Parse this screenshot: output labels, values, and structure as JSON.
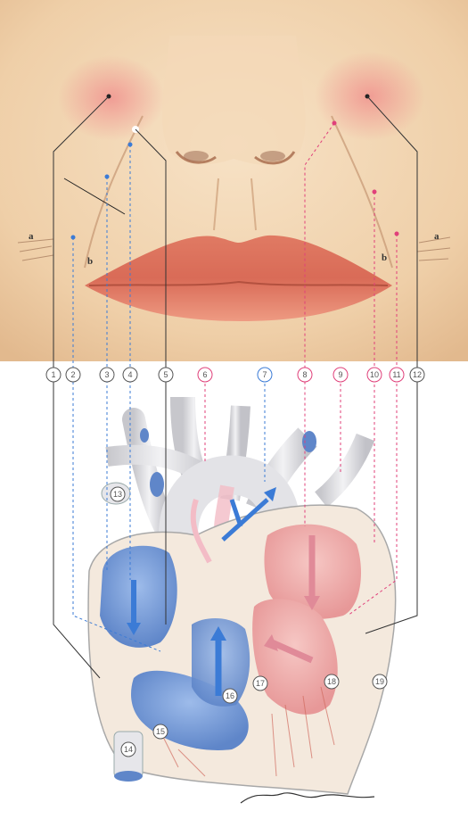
{
  "face": {
    "labels": [
      "a",
      "b",
      "b",
      "a"
    ]
  },
  "top_numbers": [
    "1",
    "2",
    "3",
    "4",
    "5",
    "6",
    "7",
    "8",
    "9",
    "10",
    "11",
    "12"
  ],
  "heart_numbers": [
    "13",
    "14",
    "15",
    "16",
    "17",
    "18",
    "19"
  ],
  "colors": {
    "skin": "#f0d2b0",
    "cheek_blush": "#f08f8f",
    "lip": "#e88770",
    "blue_chamber": "#7fa6e0",
    "pink_chamber": "#f2b3b6",
    "vessel_gray": "#d9d9dc",
    "blue_line": "#3b7bd6",
    "pink_line": "#e0407a",
    "black_line": "#333333"
  }
}
